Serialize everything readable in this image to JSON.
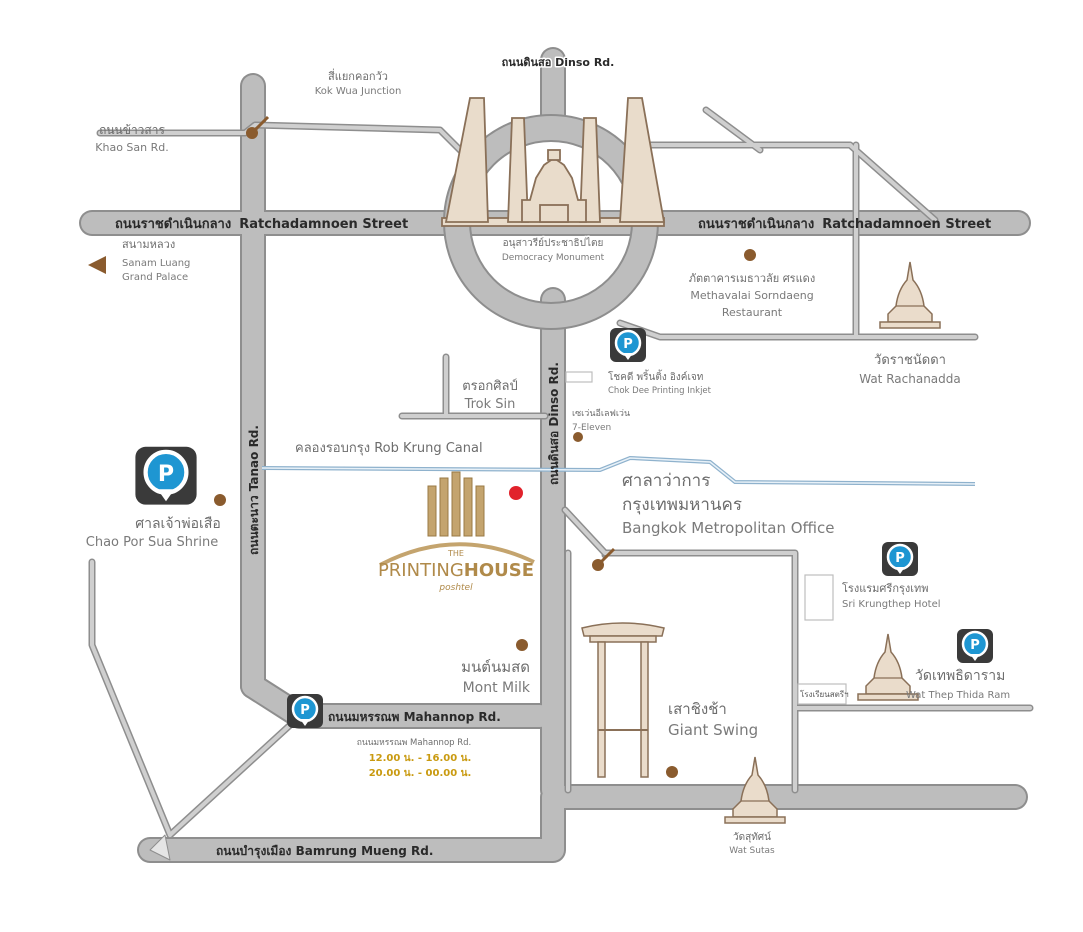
{
  "colors": {
    "road": "#bdbdbd",
    "road_edge": "#8e8e8e",
    "canal": "#a9c6dd",
    "monument": "#e9dccb",
    "monument_edge": "#8a7058",
    "pin": "#8a5b2e",
    "hotel_pin": "#e1222b",
    "parking": "#1e96d2",
    "parking_frame": "#3a3a3a",
    "hours_text": "#c99a10",
    "brand_gold": "#b08a4a"
  },
  "roads": {
    "dinso_top": "ถนนดินสอ Dinso Rd.",
    "ratchadamnoen_left_th": "ถนนราชดำเนินกลาง",
    "ratchadamnoen_left_en": "Ratchadamnoen Street",
    "ratchadamnoen_right_th": "ถนนราชดำเนินกลาง",
    "ratchadamnoen_right_en": "Ratchadamnoen Street",
    "tanao": "ถนนตะนาว Tanao Rd.",
    "dinso_vertical": "ถนนดินสอ Dinso Rd.",
    "khao_san_th": "ถนนข้าวสาร",
    "khao_san_en": "Khao San Rd.",
    "mahannop": "ถนนมหรรณพ Mahannop Rd.",
    "mahannop_small": "ถนนมหรรณพ Mahannop Rd.",
    "bamrung_mueng": "ถนนบำรุงเมือง Bamrung Mueng Rd.",
    "canal": "คลองรอบกรุง Rob Krung Canal"
  },
  "places": {
    "kok_wua_th": "สี่แยกคอกวัว",
    "kok_wua_en": "Kok Wua Junction",
    "sanam_luang_th": "สนามหลวง",
    "sanam_luang_en1": "Sanam Luang",
    "sanam_luang_en2": "Grand Palace",
    "democracy_th": "อนุสาวรีย์ประชาธิปไตย",
    "democracy_en": "Democracy Monument",
    "methavalai_th": "ภัตตาคารเมธาวลัย ศรแดง",
    "methavalai_en1": "Methavalai Sorndaeng",
    "methavalai_en2": "Restaurant",
    "rachanadda_th": "วัดราชนัดดา",
    "rachanadda_en": "Wat Rachanadda",
    "chok_dee_th": "โชคดี พริ้นติ้ง อิงค์เจท",
    "chok_dee_en": "Chok Dee Printing Inkjet",
    "trok_sin_th": "ตรอกศิลป์",
    "trok_sin_en": "Trok Sin",
    "seven_eleven_th": "เซเว่นอีเลฟเว่น",
    "seven_eleven_en": "7-Eleven",
    "city_hall_th1": "ศาลาว่าการ",
    "city_hall_th2": "กรุงเทพมหานคร",
    "city_hall_en": "Bangkok Metropolitan Office",
    "chao_por_th": "ศาลเจ้าพ่อเสือ",
    "chao_por_en": "Chao Por Sua Shrine",
    "sri_krungthep_th": "โรงแรมศรีกรุงเทพ",
    "sri_krungthep_en": "Sri Krungthep Hotel",
    "thep_thida_th": "วัดเทพธิดาราม",
    "thep_thida_en": "Wat Thep Thida Ram",
    "mont_milk_th": "มนต์นมสด",
    "mont_milk_en": "Mont Milk",
    "giant_swing_th": "เสาชิงช้า",
    "giant_swing_en": "Giant Swing",
    "suthat_th": "วัดสุทัศน์",
    "suthat_en": "Wat Sutas",
    "school_label": "โรงเรียนสตรีฯ"
  },
  "hotel": {
    "brand_small": "THE",
    "brand_main_a": "PRINTING",
    "brand_main_b": "HOUSE",
    "brand_sub": "poshtel"
  },
  "parking": {
    "symbol": "P",
    "hours_1": "12.00 น. - 16.00 น.",
    "hours_2": "20.00 น. - 00.00 น."
  }
}
